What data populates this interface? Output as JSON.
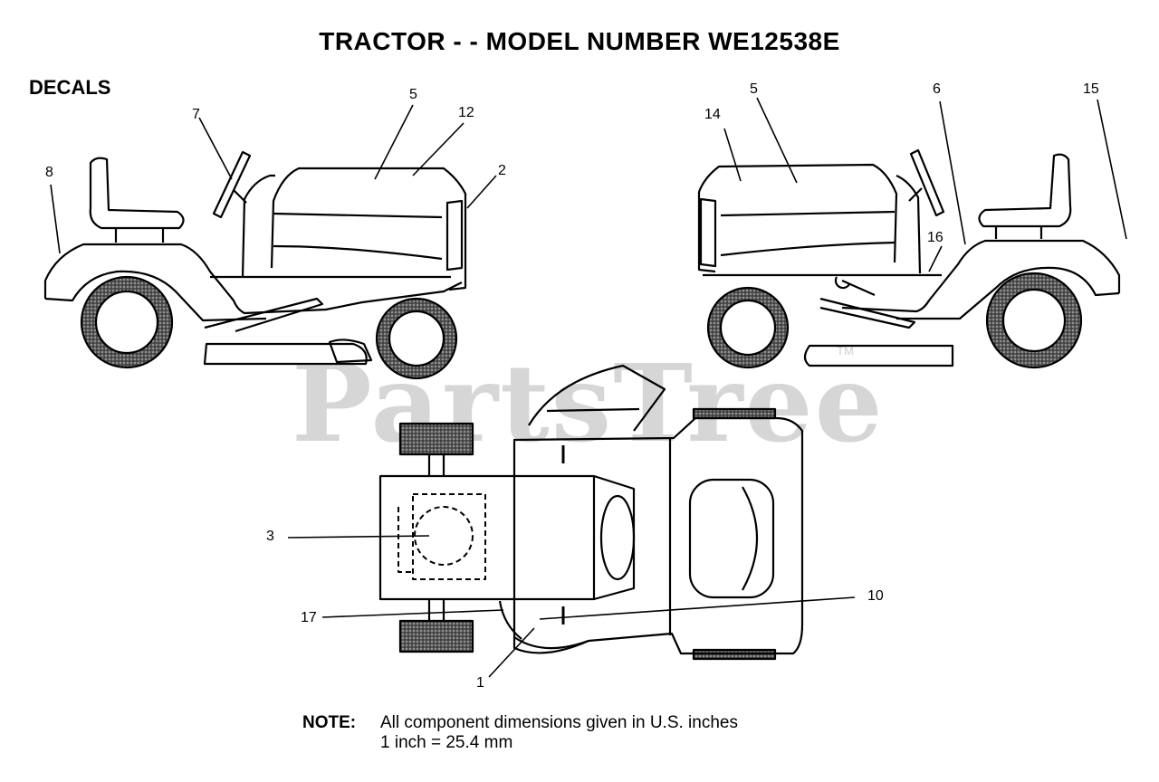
{
  "title": "TRACTOR - - MODEL NUMBER WE12538E",
  "section_label": "DECALS",
  "watermark": "PartsTree",
  "watermark_tm": "TM",
  "callouts": {
    "c1": "1",
    "c2": "2",
    "c3": "3",
    "c5_left": "5",
    "c5_right": "5",
    "c6": "6",
    "c7": "7",
    "c8": "8",
    "c10": "10",
    "c12": "12",
    "c14": "14",
    "c15": "15",
    "c16": "16",
    "c17": "17"
  },
  "note": {
    "label": "NOTE:",
    "line1": "All component dimensions given in U.S. inches",
    "line2": "1 inch = 25.4 mm"
  }
}
